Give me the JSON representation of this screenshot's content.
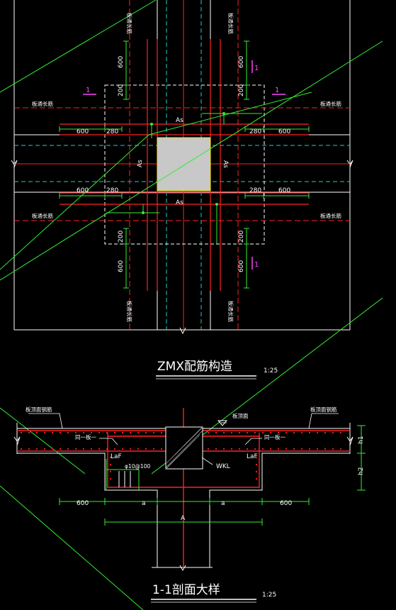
{
  "colors": {
    "background": "#000000",
    "rebar_red": "#ff2222",
    "dimension_green": "#33ee33",
    "axis_cyan": "#22cccc",
    "outline_white": "#ffffff",
    "column_fill": "#c8c8c8",
    "label_magenta": "#ff44ff"
  },
  "plan": {
    "title": "ZMX配筋构造",
    "scale": "1:25",
    "section_mark": "1",
    "label_as": "As",
    "dim_600": "600",
    "dim_280": "280",
    "dim_200": "200",
    "label_left": "板通长筋",
    "label_right": "板通长筋",
    "label_top_left": "板通长筋",
    "label_top_right": "板通长筋",
    "label_bottom_left": "板通长筋",
    "label_bottom_right": "板通长筋"
  },
  "section": {
    "title": "1-1剖面大样",
    "scale": "1:25",
    "label_top_left": "板顶面钢筋",
    "label_top_right": "板顶面钢筋",
    "label_slab_top": "板顶面",
    "label_bar_left": "同一板一",
    "label_bar_right": "同一板一",
    "label_laf": "LaF",
    "label_stirrup": "φ10@100",
    "label_wkl": "WKL",
    "label_h1": "h1",
    "label_h2": "h2",
    "dim_600": "600",
    "dim_a": "a",
    "label_A": "A"
  }
}
